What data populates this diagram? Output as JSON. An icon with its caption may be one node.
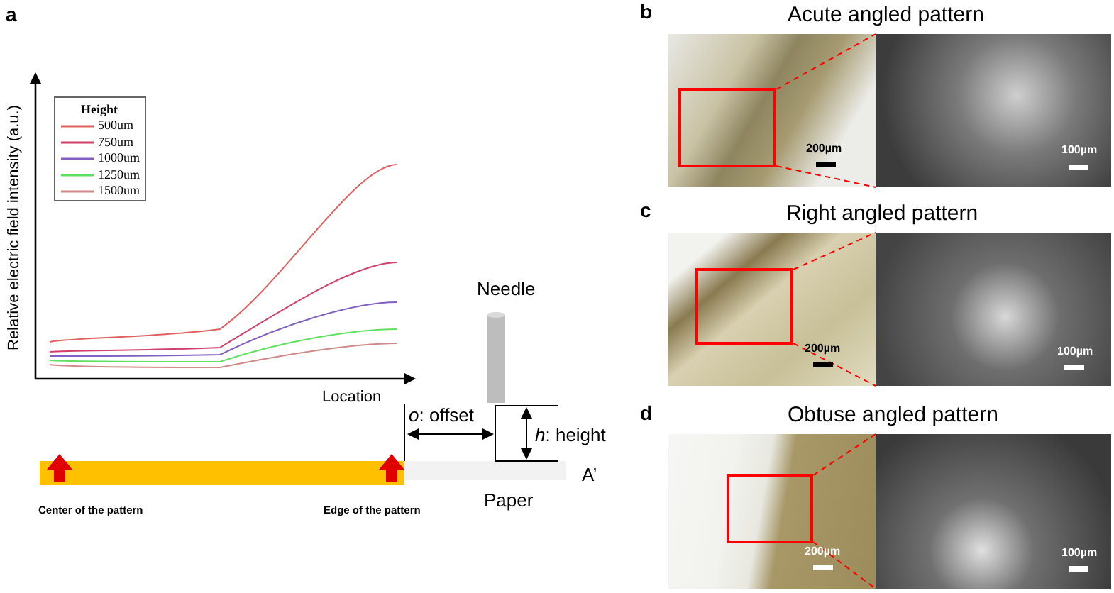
{
  "diagram": {
    "nodes": [
      {
        "text": [],
        "shape": "picture"
      },
      {
        "text": [],
        "shape": "box",
        "in": 0
      },
      {
        "text": [],
        "shape": "picture"
      },
      {
        "text": [],
        "shape": "picture"
      },
      {
        "text": [],
        "shape": "box",
        "in": 3
      },
      {
        "text": [],
        "shape": "picture"
      },
      {
        "text": [],
        "shape": "picture"
      },
      {
        "text": [],
        "shape": "box",
        "in": 6
      },
      {
        "text": [],
        "shape": "picture"
      }
    ],
    "edges": [
      {
        "from": 1,
        "to": 2,
        "arrow": "none",
        "style": "dashed",
        "color": "#ff0000"
      },
      {
        "from": 1,
        "to": 2,
        "arrow": "none",
        "style": "dashed",
        "color": "#ff0000"
      },
      {
        "from": 4,
        "to": 5,
        "arrow": "none",
        "style": "dashed",
        "color": "#ff0000"
      },
      {
        "from": 4,
        "to": 5,
        "arrow": "none",
        "style": "dashed",
        "color": "#ff0000"
      },
      {
        "from": 7,
        "to": 8,
        "arrow": "none",
        "style": "dashed",
        "color": "#ff0000"
      },
      {
        "from": 7,
        "to": 8,
        "arrow": "none",
        "style": "dashed",
        "color": "#ff0000"
      }
    ],
    "labels": [
      "a",
      "Relative electric field intensity (a.u.)",
      "Height",
      "Location",
      "Needle",
      "*o*: offset",
      "*h*: height",
      "Paper",
      "A’",
      "Center of the pattern",
      "Edge of the pattern",
      "b",
      "Acute angled pattern",
      "200µm",
      "100µm",
      "c",
      "Right angled pattern",
      "200µm",
      "100µm",
      "d",
      "Obtuse angled pattern",
      "200µm",
      "100µm"
    ],
    "legend": [
      {
        "text": "500um"
      },
      {
        "text": "750um"
      },
      {
        "text": "1000um"
      },
      {
        "text": "1250um"
      },
      {
        "text": "1500um"
      }
    ]
  }
}
